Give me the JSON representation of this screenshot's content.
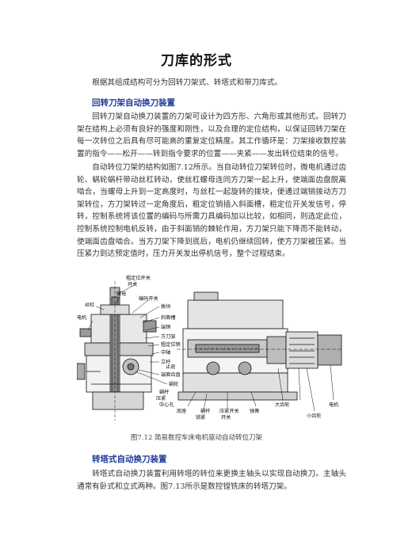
{
  "doc": {
    "title": "刀库的形式",
    "intro": "根据其组成结构可分为回转刀架式、转塔式和带刀库式。",
    "section1": {
      "heading": "回转刀架自动换刀装置",
      "para1": "回转刀架自动换刀装置的刀架可设计为四方形、六角形或其他形式。回转刀架在结构上必须有良好的强度和刚性，以及合理的定位结构，以保证回转刀架在每一次转位之后具有尽可能高的重复定位精度。其工作循环是：刀架接收数控装置的指令——松开——转到指令要求的位置——夹紧——发出转位结束的信号。",
      "para2": "自动转位刀架的结构如图7.12所示。当自动转位刀架转位时，微电机通过齿轮、蜗轮蜗杆带动丝杠转动，使丝杠螺母连同方刀架一起上升，使端面齿盘脱离啮合，当螺母上升到一定高度时，与丝杠一起旋转的拨块，便通过端销拨动方刀架转位，方刀架转过一定角度后，粗定位销插入斜面槽，粗定位开关发信号，停转，控制系统将该位置的编码与所需刀具编码加以比较，如相同，则选定此位，控制系统控制电机反转，由于斜面销的棘轮作用，方刀架只能下降而不能转动，使端面齿盘啮合。当方刀架下降到底后，电机仍继续回转，使方刀架被压紧。当压紧力到达预定值时，压力开关发出停机信号，整个过程结束。"
    },
    "figure": {
      "caption": "图7.12 简易数控车床电机驱动自动转位刀架",
      "labels": {
        "l1": "粗定位开关",
        "l2": "螺母",
        "l3": "编码开关",
        "l4": "拨块",
        "l5": "斜面槽",
        "l6": "端销",
        "l7": "方刀架",
        "l8": "粗定位销",
        "l9": "中轴",
        "l10": "立杆",
        "l11": "端面齿盘",
        "l12": "丝杠",
        "l13": "电机",
        "l14": "蜗轮",
        "l15": "蜗杆",
        "l16": "压紧",
        "l17": "大齿轮",
        "l18": "小齿轮",
        "l19": "电机",
        "l20": "底座",
        "l21": "止退",
        "l22": "压紧开关",
        "l23": "弹簧",
        "l24": "锁紧",
        "l25": "蜗杆",
        "l26": "中心孔"
      }
    },
    "section2": {
      "heading": "转塔式自动换刀装置",
      "para1": "转塔式自动换刀装置利用转塔的转位来更换主轴头以实现自动换刀。主轴头通常有卧式和立式两种。图7.13所示是数控镗铣床的转塔刀架。"
    }
  }
}
